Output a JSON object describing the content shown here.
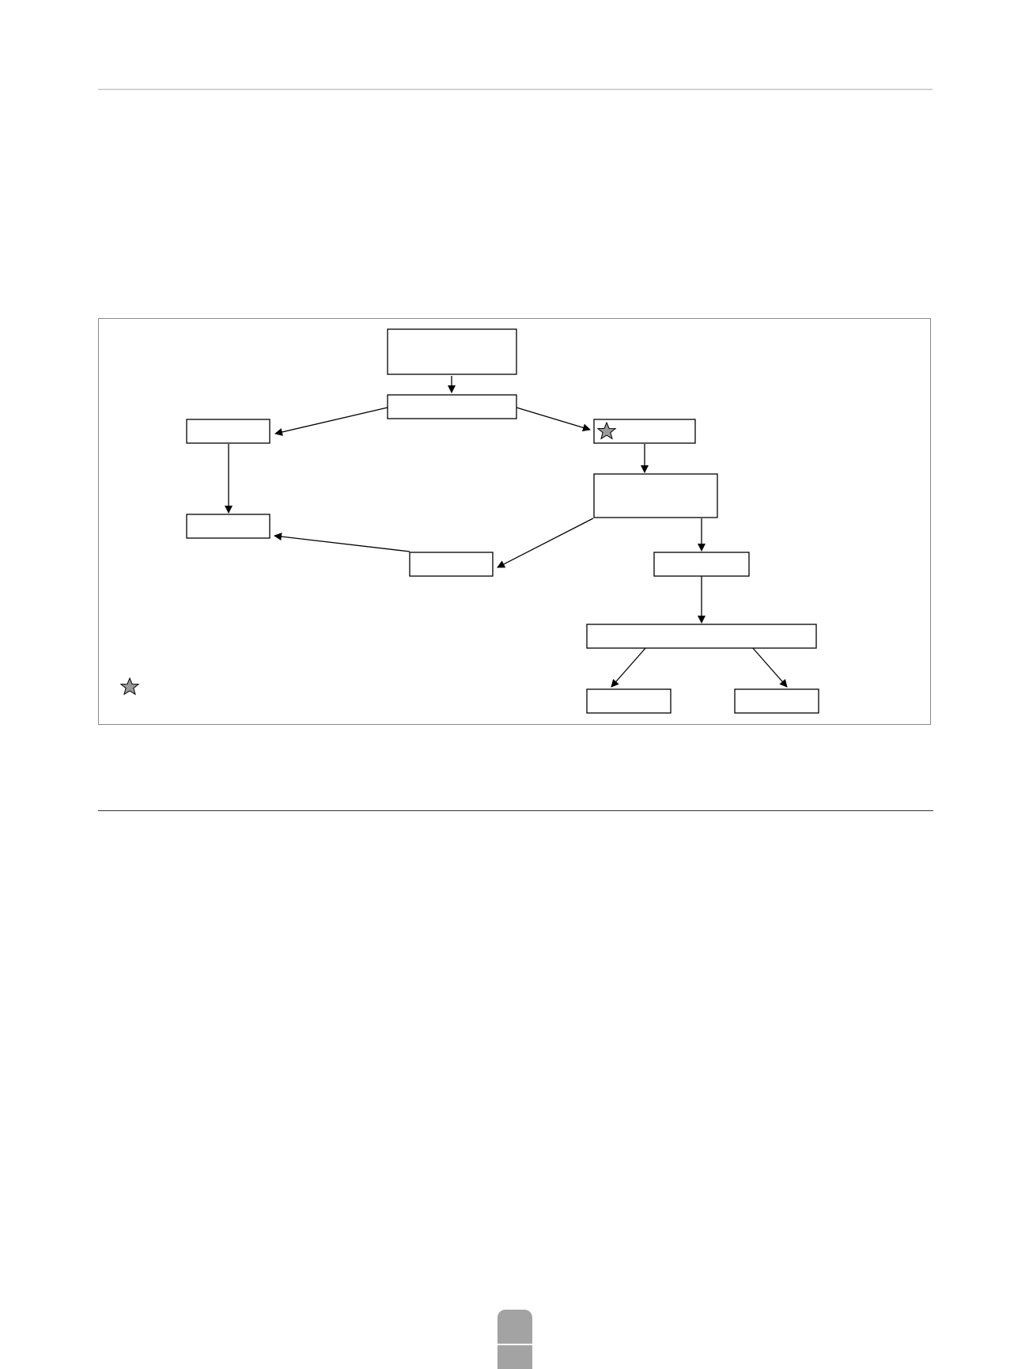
{
  "diagram": {
    "nodes": [
      {
        "id": "top-box",
        "label": ""
      },
      {
        "id": "second-box",
        "label": ""
      },
      {
        "id": "left-upper-box",
        "label": ""
      },
      {
        "id": "left-lower-box",
        "label": ""
      },
      {
        "id": "right-starred-box",
        "label": "",
        "starred": true
      },
      {
        "id": "right-large-box",
        "label": ""
      },
      {
        "id": "middle-lower-box",
        "label": ""
      },
      {
        "id": "right-lower-box",
        "label": ""
      },
      {
        "id": "wide-bottom-box",
        "label": ""
      },
      {
        "id": "bottom-left-box",
        "label": ""
      },
      {
        "id": "bottom-right-box",
        "label": ""
      }
    ],
    "edges": [
      {
        "from": "top-box",
        "to": "second-box"
      },
      {
        "from": "second-box",
        "to": "left-upper-box"
      },
      {
        "from": "second-box",
        "to": "right-starred-box"
      },
      {
        "from": "left-upper-box",
        "to": "left-lower-box"
      },
      {
        "from": "right-starred-box",
        "to": "right-large-box"
      },
      {
        "from": "right-large-box",
        "to": "middle-lower-box"
      },
      {
        "from": "right-large-box",
        "to": "right-lower-box"
      },
      {
        "from": "middle-lower-box",
        "to": "left-lower-box"
      },
      {
        "from": "right-lower-box",
        "to": "wide-bottom-box"
      },
      {
        "from": "wide-bottom-box",
        "to": "bottom-left-box"
      },
      {
        "from": "wide-bottom-box",
        "to": "bottom-right-box"
      }
    ],
    "legend": {
      "icon": "star-icon",
      "label": ""
    },
    "colors": {
      "box_border": "#000000",
      "box_fill": "#ffffff",
      "star_fill": "#999999",
      "frame_border": "#8a8a8a",
      "page_tab": "#a3a3a3"
    }
  }
}
